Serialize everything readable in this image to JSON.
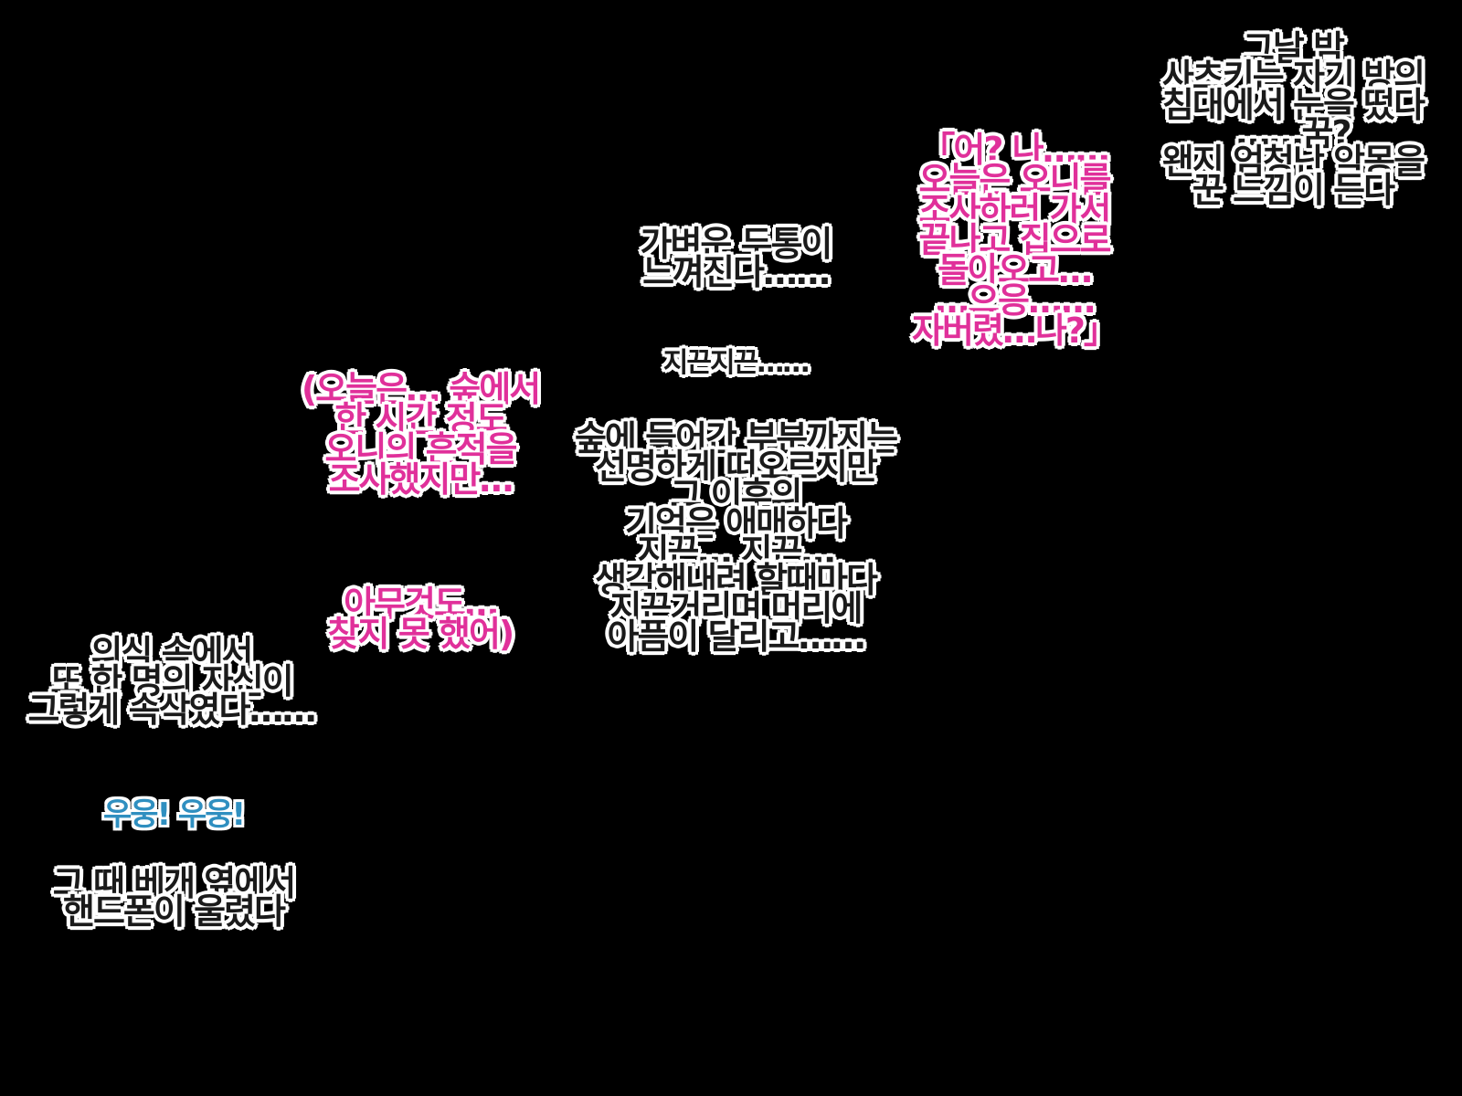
{
  "narration_night": [
    "그날 밤",
    "사츠키는 자기 방의",
    "침대에서 눈을 떴다",
    "……꿈?",
    "왠지 엄청난 악몽을",
    "꾼 느낌이 든다"
  ],
  "dialogue_1": [
    "「어? 나……",
    "오늘은 오니를",
    "조사하러 가서",
    "끝나고 집으로",
    "돌아오고…",
    "…으응……",
    "자버렸…나?」"
  ],
  "narration_headache": [
    "가벼운 두통이",
    "느껴진다……"
  ],
  "sfx_throb": "지끈지끈……",
  "thought_1": [
    "(오늘은… 숲에서",
    "한 시간 정도",
    "오니의 흔적을",
    "조사했지만…"
  ],
  "narration_memory": [
    "숲에 들어간 부분까지는",
    "선명하게 떠오르지만",
    "그 이후의",
    "기억은 애매하다",
    "지끈… 지끈…",
    "생각해내려 할때마다",
    "지끈거리며 머리에",
    "아픔이 달리고……"
  ],
  "thought_2": [
    "아무것도…",
    "찾지 못 했어)"
  ],
  "narration_whisper": [
    "의식 속에서",
    "또 한 명의 자신이",
    "그렇게 속삭였다……"
  ],
  "sfx_buzz": "우웅! 우웅!",
  "narration_phone": [
    "그 때 베개 옆에서",
    "핸드폰이 울렸다"
  ],
  "colors": {
    "background": "#000000",
    "narration_text": "#1a1a1a",
    "dialogue_text": "#e0309a",
    "sfx_text": "#2f8fc0",
    "outline": "#ffffff"
  }
}
